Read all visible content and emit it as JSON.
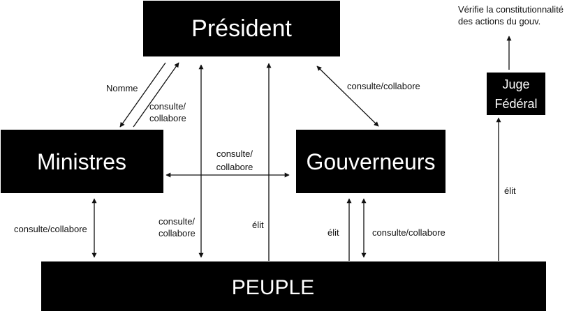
{
  "nodes": {
    "president": "Président",
    "ministres": "Ministres",
    "gouverneurs": "Gouverneurs",
    "peuple": "PEUPLE",
    "juge_line1": "Juge",
    "juge_line2": "Fédéral"
  },
  "labels": {
    "nomme": "Nomme",
    "pres_min_consulte_1": "consulte/",
    "pres_min_consulte_2": "collabore",
    "pres_gouv_consulte": "consulte/collabore",
    "min_gouv_consulte_1": "consulte/",
    "min_gouv_consulte_2": "collabore",
    "min_peuple_consulte": "consulte/collabore",
    "pres_peuple_consulte_1": "consulte/",
    "pres_peuple_consulte_2": "collabore",
    "peuple_pres_elit": "élit",
    "peuple_gouv_elit": "élit",
    "gouv_peuple_consulte": "consulte/collabore",
    "peuple_juge_elit": "élit",
    "juge_verifie_1": "Vérifie la constitutionnalité",
    "juge_verifie_2": "des actions du gouv."
  },
  "colors": {
    "box": "#000000",
    "box_text": "#ffffff",
    "line": "#111111",
    "background": "#ffffff"
  }
}
